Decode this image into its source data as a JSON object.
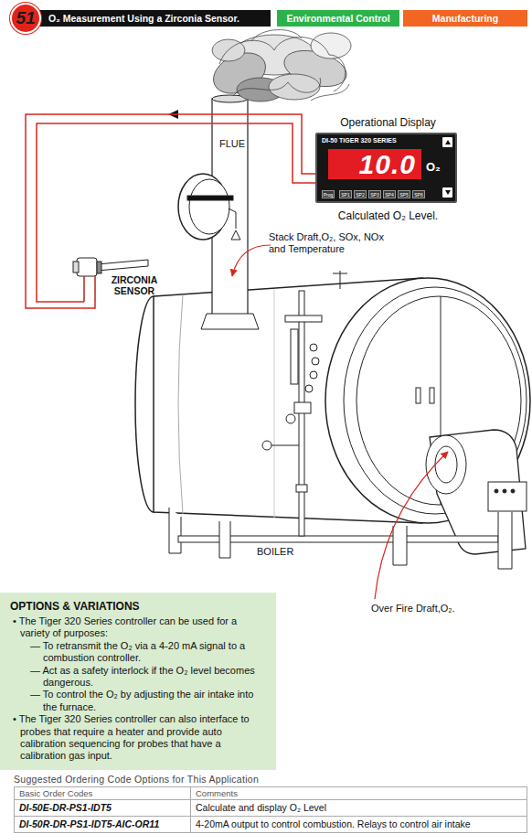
{
  "diagram": {
    "title": "O₂ Measurement Using a Zirconia Sensor.",
    "nodes": [
      {
        "text": [
          "51"
        ]
      },
      {
        "text": [
          "Environmental Control"
        ]
      },
      {
        "text": [
          "Manufacturing"
        ]
      },
      {
        "text": [
          "Operational Display",
          "DI-50 TIGER 320 SERIES",
          "10.0",
          "O₂",
          "Prog",
          "SP1",
          "SP2",
          "SP3",
          "SP4",
          "SP5",
          "SP6",
          "Calculated O₂ Level."
        ]
      },
      {
        "text": [
          "ZIRCONIA SENSOR"
        ]
      },
      {
        "text": [
          "OPTIONS & VARIATIONS",
          "• The Tiger 320 Series controller can be used for a variety of purposes:",
          "— To retransmit the O₂ via a 4-20 mA signal to a combustion controller.",
          "— Act as a safety interlock if the O₂ level becomes dangerous.",
          "— To control the O₂ by adjusting the air intake into the furnace.",
          "• The Tiger 320 Series controller can also interface to probes that require a heater and provide auto calibration sequencing for probes that have a calibration gas input."
        ]
      }
    ],
    "edges": [
      {
        "from": 4,
        "to": 3,
        "arrow": "none"
      }
    ],
    "labels": [
      "FLUE",
      "Stack Draft,O₂, SOx, NOx and Temperature",
      "BOILER",
      "Over Fire Draft,O₂.",
      "Suggested Ordering Code Options for This Application",
      "Basic Order Codes",
      "Comments",
      "DI-50E-DR-PS1-IDT5",
      "Calculate and display O₂ Level",
      "DI-50R-DR-PS1-IDT5-AIC-OR11",
      "4-20mA output to control combustion. Relays to control air intake"
    ]
  }
}
